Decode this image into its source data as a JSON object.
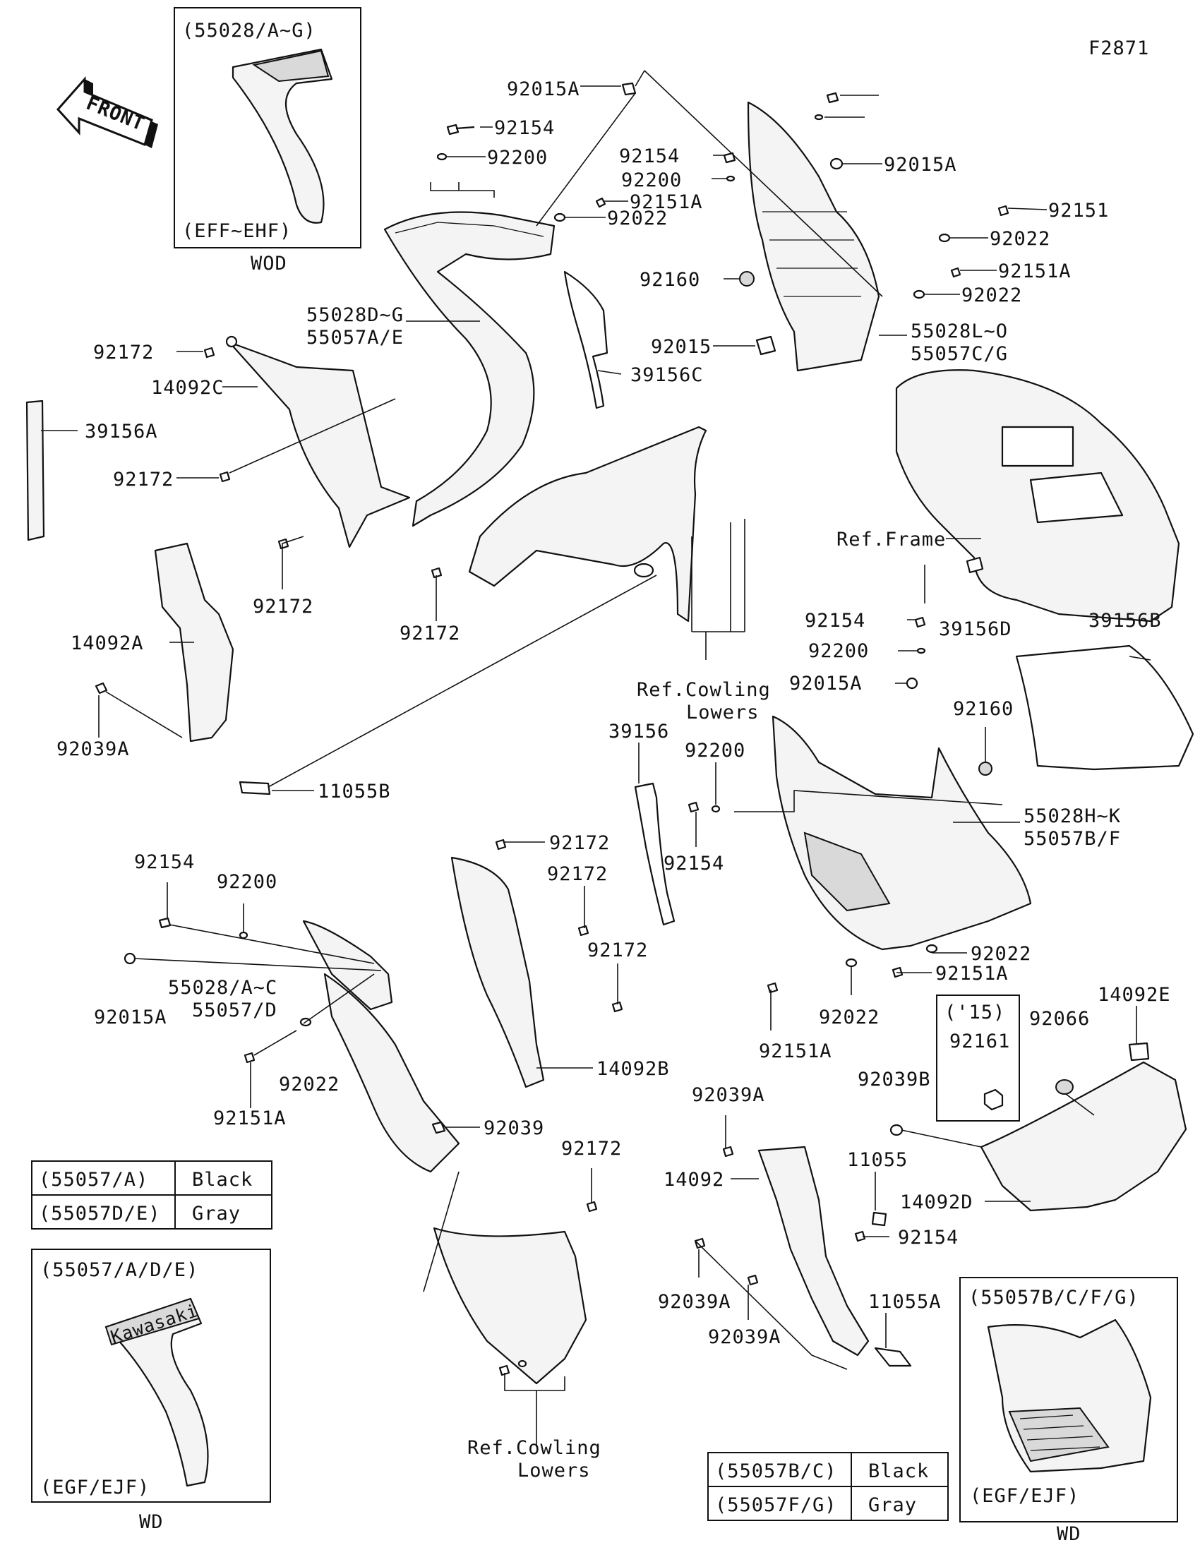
{
  "figure_code": "F2871",
  "front_label": "FRONT",
  "insets": {
    "top_left": {
      "header": "(55028/A~G)",
      "footer": "(EFF~EHF)",
      "caption": "WOD"
    },
    "bottom_left": {
      "header": "(55057/A/D/E)",
      "footer": "(EGF/EJF)",
      "caption": "WD",
      "logo_text": "Kawasaki"
    },
    "bottom_right": {
      "header": "(55057B/C/F/G)",
      "footer": "(EGF/EJF)",
      "caption": "WD"
    },
    "year_box": {
      "year": "('15)",
      "part": "92161"
    }
  },
  "color_table_left": [
    {
      "code": "(55057/A)",
      "color": "Black"
    },
    {
      "code": "(55057D/E)",
      "color": "Gray"
    }
  ],
  "color_table_right": [
    {
      "code": "(55057B/C)",
      "color": "Black"
    },
    {
      "code": "(55057F/G)",
      "color": "Gray"
    }
  ],
  "callouts": {
    "c01": "92015A",
    "c02": "92154",
    "c03": "92200",
    "c04": "92151A",
    "c05": "92022",
    "c06": "92154",
    "c07": "92200",
    "c08": "92015A",
    "c09": "92151",
    "c10": "92022",
    "c11": "92151A",
    "c12": "92022",
    "c13": "92160",
    "c14": "92015",
    "c15": "55028L~O",
    "c16": "55057C/G",
    "c17": "39156C",
    "c18": "55028D~G",
    "c19": "55057A/E",
    "c20": "92172",
    "c21": "14092C",
    "c22": "39156A",
    "c23": "92172",
    "c24": "92172",
    "c25": "92172",
    "c26": "Ref.Frame",
    "c27": "39156D",
    "c28": "39156B",
    "c29": "92154",
    "c30": "92200",
    "c31": "92015A",
    "c32": "92160",
    "c33": "Ref.Cowling",
    "c34": "Lowers",
    "c35": "14092A",
    "c36": "92039A",
    "c37": "11055B",
    "c38": "39156",
    "c39": "92200",
    "c40": "92154",
    "c41": "55028H~K",
    "c42": "55057B/F",
    "c43": "92172",
    "c44": "92172",
    "c45": "92172",
    "c46": "92154",
    "c47": "92200",
    "c48": "55028/A~C",
    "c49": "55057/D",
    "c50": "92015A",
    "c51": "92022",
    "c52": "92151A",
    "c53": "14092B",
    "c54": "92039",
    "c55": "92022",
    "c56": "92151A",
    "c57": "92022",
    "c58": "92151A",
    "c59": "14092E",
    "c60": "92066",
    "c61": "92039B",
    "c62": "92039A",
    "c63": "11055",
    "c64": "14092",
    "c65": "14092D",
    "c66": "92154",
    "c67": "92172",
    "c68": "92039A",
    "c69": "92039A",
    "c70": "11055A",
    "c71": "Ref.Cowling",
    "c72": "Lowers",
    "c73": "92200"
  }
}
